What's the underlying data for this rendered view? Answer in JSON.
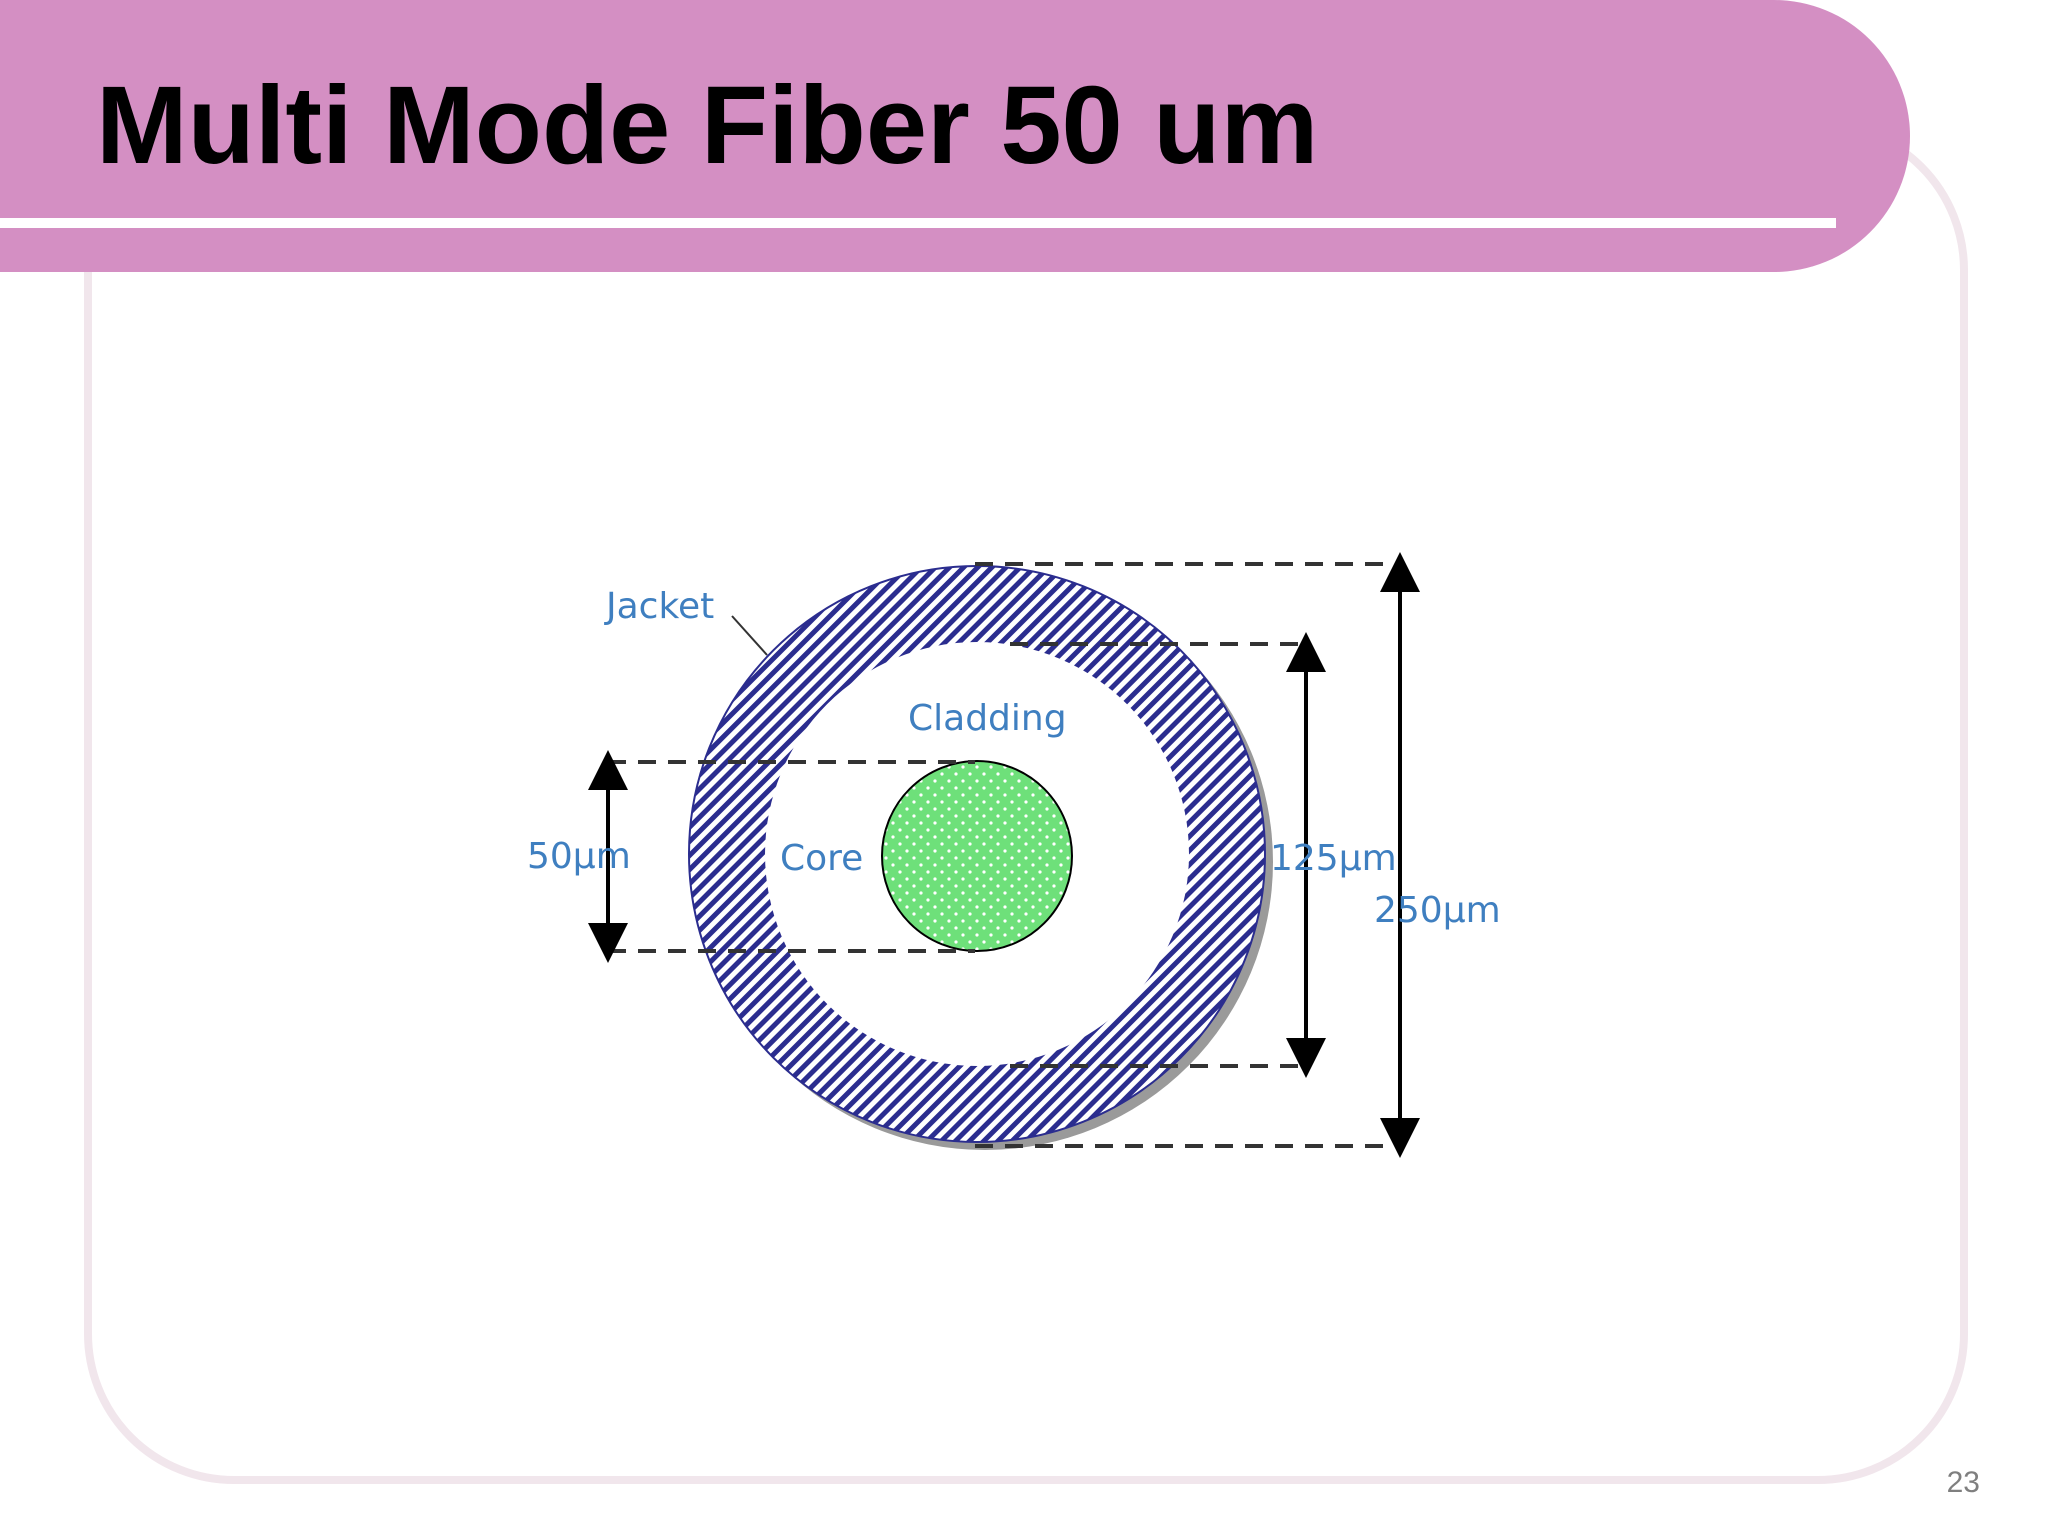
{
  "slide": {
    "title": "Multi Mode Fiber 50 um",
    "page_number": "23"
  },
  "diagram": {
    "labels": {
      "jacket": "Jacket",
      "cladding": "Cladding",
      "core": "Core",
      "core_diameter": "50μm",
      "cladding_diameter": "125μm",
      "jacket_diameter": "250μm"
    },
    "colors": {
      "jacket_hatch": "#2b2d8f",
      "core_fill": "#6ee07a",
      "label_text": "#3f7fc0",
      "title_band": "#d48fc3"
    }
  }
}
